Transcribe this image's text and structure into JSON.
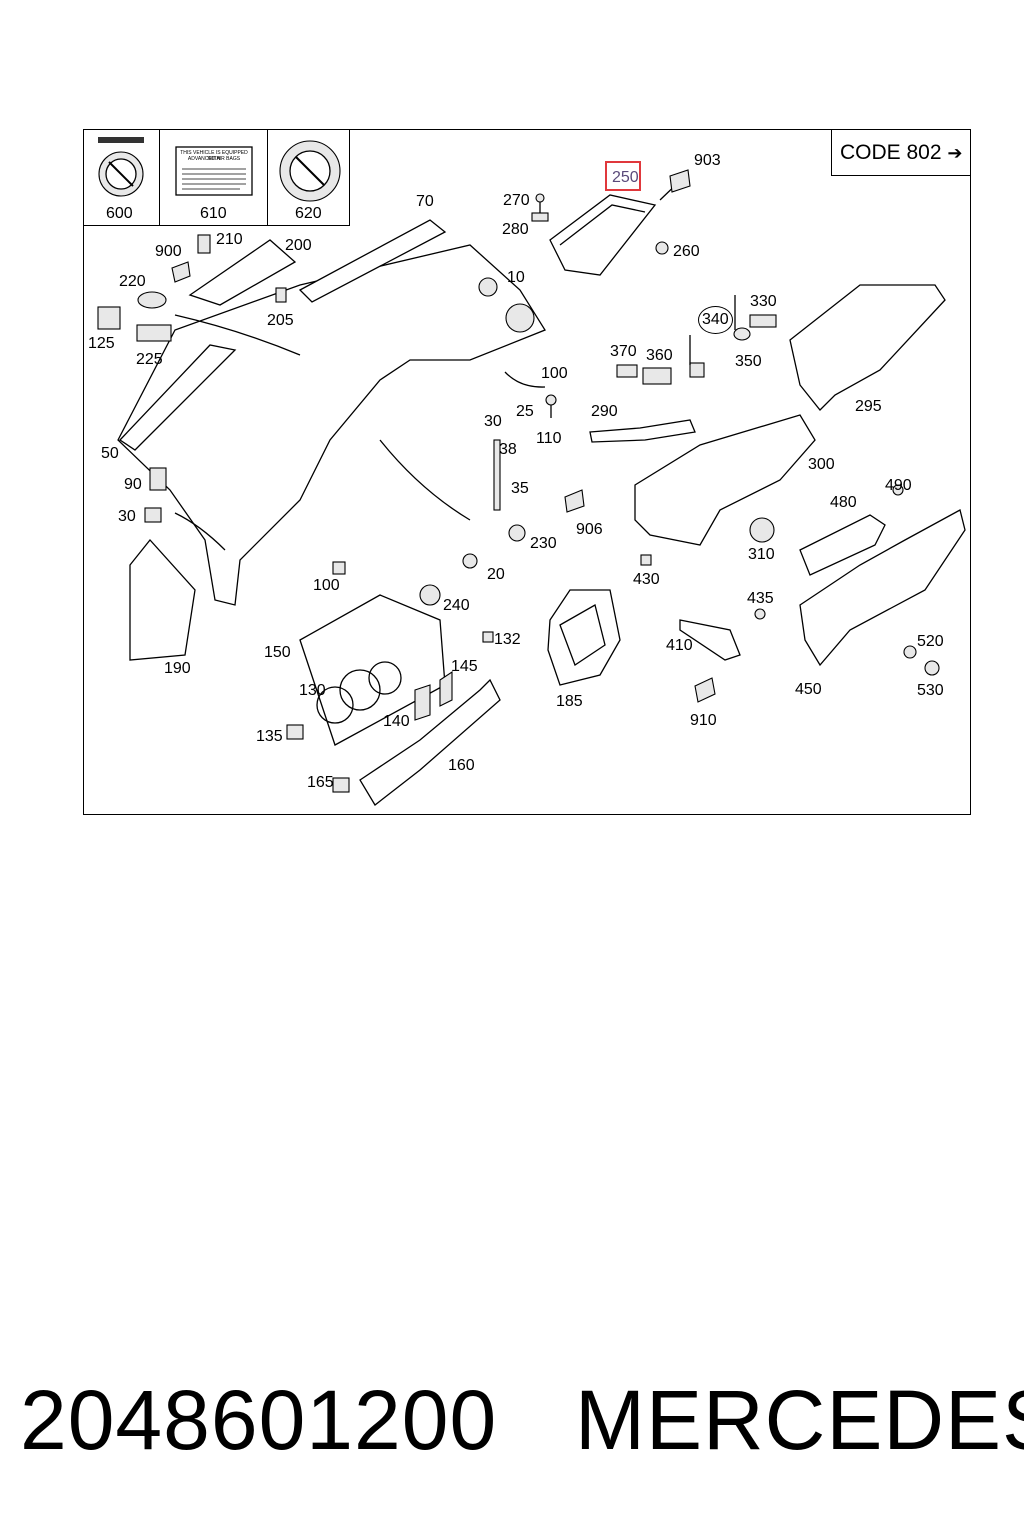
{
  "header": {
    "code_label": "CODE 802",
    "code_arrow": "➔",
    "highlighted_part": "250"
  },
  "warning_labels": [
    {
      "number": "600",
      "icon": "child-seat-warning-icon"
    },
    {
      "number": "610",
      "icon": "airbag-info-label-icon",
      "text_lines": [
        "THIS VEHICLE IS EQUIPPED WITH",
        "ADVANCED AIR BAGS"
      ]
    },
    {
      "number": "620",
      "icon": "airbag-warning-icon"
    }
  ],
  "part_numbers": [
    "903",
    "270",
    "280",
    "260",
    "70",
    "210",
    "200",
    "900",
    "220",
    "10",
    "125",
    "225",
    "205",
    "340",
    "330",
    "370",
    "360",
    "350",
    "100",
    "25",
    "30",
    "110",
    "290",
    "295",
    "50",
    "38",
    "90",
    "35",
    "300",
    "490",
    "480",
    "30",
    "906",
    "230",
    "310",
    "100",
    "20",
    "430",
    "240",
    "435",
    "132",
    "150",
    "520",
    "185",
    "410",
    "145",
    "130",
    "450",
    "530",
    "140",
    "910",
    "135",
    "160",
    "165",
    "190"
  ],
  "colors": {
    "highlight": "#e0383c",
    "highlight_text": "#5a4a7a"
  },
  "caption": {
    "part_number": "2048601200",
    "brand": "MERCEDES"
  }
}
